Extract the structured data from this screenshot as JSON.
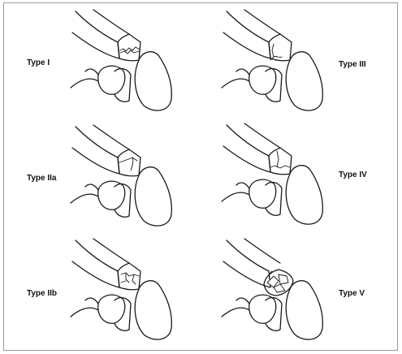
{
  "figure": {
    "panels": [
      {
        "id": "type-i",
        "label": "Type I"
      },
      {
        "id": "type-iii",
        "label": "Type III"
      },
      {
        "id": "type-iia",
        "label": "Type IIa"
      },
      {
        "id": "type-iv",
        "label": "Type IV"
      },
      {
        "id": "type-iib",
        "label": "Type IIb"
      },
      {
        "id": "type-v",
        "label": "Type V"
      }
    ]
  }
}
